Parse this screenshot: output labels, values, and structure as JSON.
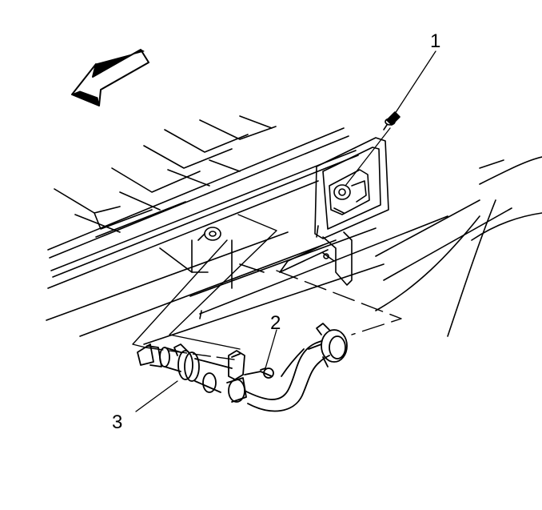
{
  "diagram": {
    "callouts": [
      "1",
      "2",
      "3"
    ],
    "colors": {
      "line": "#000000",
      "background": "#ffffff"
    },
    "icons": [
      "front-direction-arrow"
    ]
  }
}
